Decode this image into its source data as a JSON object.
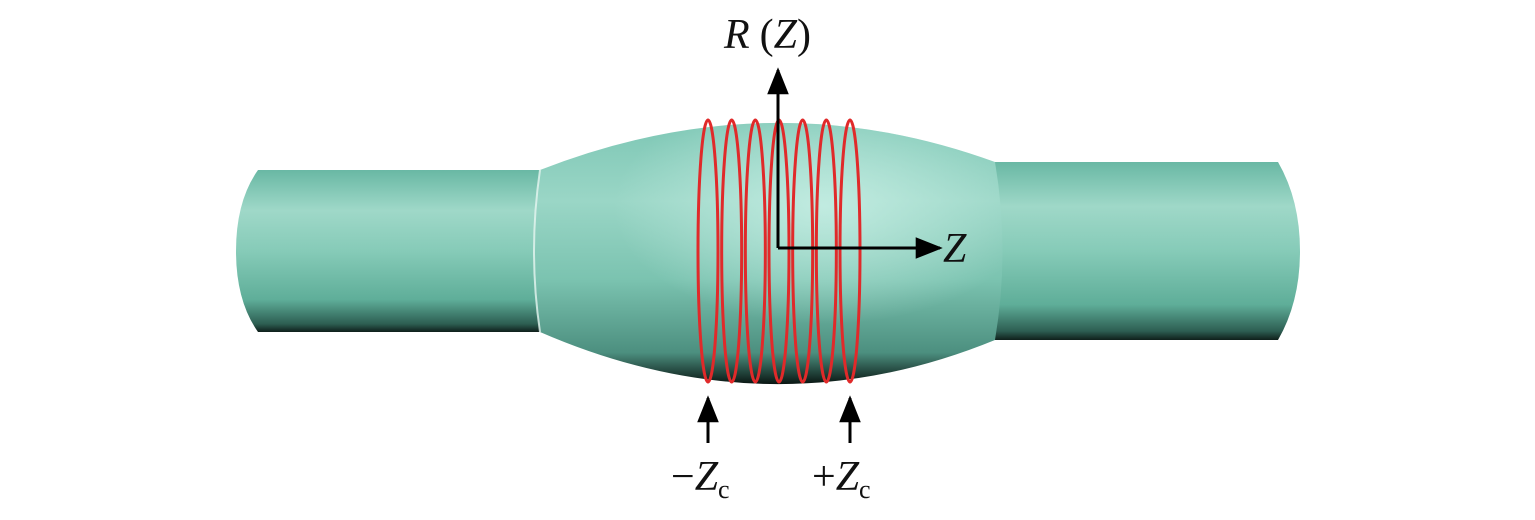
{
  "labels": {
    "radius_axis": "R",
    "radius_axis_arg": "Z",
    "z_axis": "Z",
    "neg_zc_sign": "−",
    "pos_zc_sign": "+",
    "zc_symbol": "Z",
    "zc_subscript": "c"
  },
  "colors": {
    "fiber": "#7cc9b5",
    "fiber_dark": "#2e5f54",
    "coil": "#e02a2a",
    "axis": "#000000"
  },
  "coil": {
    "turns": 7
  }
}
